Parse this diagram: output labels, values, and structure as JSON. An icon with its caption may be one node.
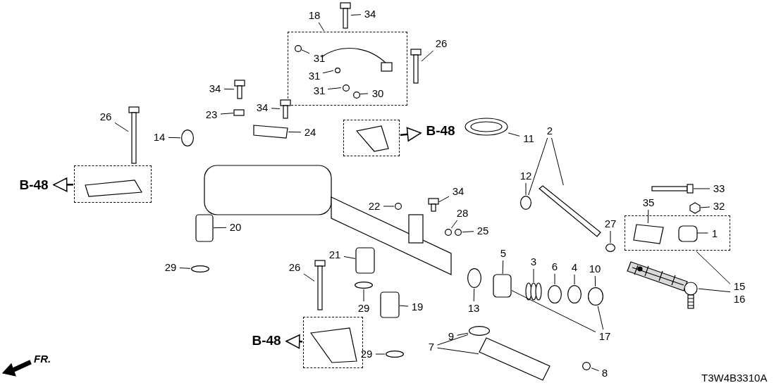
{
  "diagram": {
    "nodes": [
      {
        "text": [],
        "shape": "box"
      },
      {
        "text": [
          "18"
        ]
      },
      {
        "text": [
          "34"
        ]
      },
      {
        "text": [
          "26"
        ]
      },
      {
        "text": [
          "31"
        ],
        "in": 0
      },
      {
        "text": [
          "31"
        ],
        "in": 0
      },
      {
        "text": [
          "31"
        ],
        "in": 0
      },
      {
        "text": [
          "30"
        ],
        "in": 0
      },
      {
        "text": [
          "34"
        ]
      },
      {
        "text": [
          "34"
        ]
      },
      {
        "text": [
          "23"
        ]
      },
      {
        "text": [
          "26"
        ]
      },
      {
        "text": [],
        "shape": "box"
      },
      {
        "text": [
          "B-48"
        ]
      },
      {
        "text": [
          "11"
        ]
      },
      {
        "text": [
          "24"
        ]
      },
      {
        "text": [
          "2"
        ]
      },
      {
        "text": [
          "14"
        ]
      },
      {
        "text": [],
        "shape": "box"
      },
      {
        "text": [
          "B-48"
        ]
      },
      {
        "text": [
          "12"
        ]
      },
      {
        "text": [
          "33"
        ]
      },
      {
        "text": [
          "32"
        ]
      },
      {
        "text": [],
        "shape": "box"
      },
      {
        "text": [
          "35"
        ]
      },
      {
        "text": [
          "1"
        ],
        "in": 23
      },
      {
        "text": [
          "22"
        ]
      },
      {
        "text": [
          "34"
        ]
      },
      {
        "text": [
          "28"
        ]
      },
      {
        "text": [
          "25"
        ]
      },
      {
        "text": [
          "27"
        ]
      },
      {
        "text": [
          "20"
        ]
      },
      {
        "text": [
          "5"
        ]
      },
      {
        "text": [
          "21"
        ]
      },
      {
        "text": [
          "3"
        ]
      },
      {
        "text": [
          "6"
        ]
      },
      {
        "text": [
          "4"
        ]
      },
      {
        "text": [
          "10"
        ]
      },
      {
        "text": [
          "29"
        ]
      },
      {
        "text": [
          "26"
        ]
      },
      {
        "text": [
          "15",
          "16"
        ]
      },
      {
        "text": [
          "19"
        ]
      },
      {
        "text": [
          "13"
        ]
      },
      {
        "text": [
          "29"
        ]
      },
      {
        "text": [],
        "shape": "box"
      },
      {
        "text": [
          "B-48"
        ]
      },
      {
        "text": [
          "17"
        ]
      },
      {
        "text": [
          "9"
        ]
      },
      {
        "text": [
          "7"
        ]
      },
      {
        "text": [
          "29"
        ]
      },
      {
        "text": [
          "8"
        ]
      },
      {
        "text": [],
        "shape": "picture"
      },
      {
        "text": [],
        "shape": "picture"
      },
      {
        "text": [],
        "shape": "picture",
        "in": 0
      },
      {
        "text": [],
        "shape": "circle",
        "in": 0
      },
      {
        "text": [],
        "shape": "circle",
        "in": 0
      },
      {
        "text": [],
        "shape": "circle",
        "in": 0
      },
      {
        "text": [],
        "shape": "circle",
        "in": 0
      },
      {
        "text": [],
        "shape": "picture"
      },
      {
        "text": [],
        "shape": "picture"
      },
      {
        "text": [],
        "shape": "box"
      },
      {
        "text": [],
        "shape": "picture"
      },
      {
        "text": [],
        "shape": "box",
        "in": 12
      },
      {
        "text": [],
        "shape": "picture"
      },
      {
        "text": [],
        "shape": "box"
      },
      {
        "text": [],
        "shape": "circle"
      },
      {
        "text": [],
        "shape": "box",
        "in": 18
      },
      {
        "text": [],
        "shape": "circle"
      },
      {
        "text": [],
        "shape": "bar"
      },
      {
        "text": [],
        "shape": "picture"
      },
      {
        "text": [],
        "shape": "hexagon"
      },
      {
        "text": [],
        "shape": "box",
        "in": 23
      },
      {
        "text": [],
        "shape": "box",
        "in": 23
      },
      {
        "text": [],
        "shape": "circle"
      },
      {
        "text": [],
        "shape": "picture"
      },
      {
        "text": [],
        "shape": "circle"
      },
      {
        "text": [],
        "shape": "circle"
      },
      {
        "text": [],
        "shape": "circle"
      },
      {
        "text": [],
        "shape": "box"
      },
      {
        "text": [],
        "shape": "box"
      },
      {
        "text": [],
        "shape": "box"
      },
      {
        "text": [],
        "shape": "picture"
      },
      {
        "text": [],
        "shape": "circle"
      },
      {
        "text": [],
        "shape": "circle"
      },
      {
        "text": [],
        "shape": "circle"
      },
      {
        "text": [],
        "shape": "circle"
      },
      {
        "text": [],
        "shape": "picture"
      },
      {
        "text": [],
        "shape": "picture"
      },
      {
        "text": [],
        "shape": "box"
      },
      {
        "text": [],
        "shape": "circle"
      },
      {
        "text": [],
        "shape": "circle"
      },
      {
        "text": [],
        "shape": "box",
        "in": 44
      },
      {
        "text": [],
        "shape": "circle"
      },
      {
        "text": [],
        "shape": "box"
      },
      {
        "text": [],
        "shape": "circle"
      },
      {
        "text": [],
        "shape": "circle"
      }
    ],
    "edges": [
      {
        "from": 1,
        "to": 0,
        "arrow": "none"
      },
      {
        "from": 2,
        "to": 51,
        "arrow": "none"
      },
      {
        "from": 3,
        "to": 52,
        "arrow": "none"
      },
      {
        "from": 4,
        "to": 54,
        "arrow": "none"
      },
      {
        "from": 5,
        "to": 55,
        "arrow": "none"
      },
      {
        "from": 6,
        "to": 56,
        "arrow": "none"
      },
      {
        "from": 7,
        "to": 57,
        "arrow": "none"
      },
      {
        "from": 8,
        "to": 58,
        "arrow": "none"
      },
      {
        "from": 9,
        "to": 59,
        "arrow": "none"
      },
      {
        "from": 10,
        "to": 60,
        "arrow": "none"
      },
      {
        "from": 11,
        "to": 61,
        "arrow": "none"
      },
      {
        "from": 12,
        "to": 13,
        "arrow": "to"
      },
      {
        "from": 14,
        "to": 63,
        "arrow": "none"
      },
      {
        "from": 15,
        "to": 64,
        "arrow": "none"
      },
      {
        "from": 16,
        "to": 67,
        "arrow": "none"
      },
      {
        "from": 16,
        "to": 68,
        "arrow": "none"
      },
      {
        "from": 17,
        "to": 65,
        "arrow": "none"
      },
      {
        "from": 18,
        "to": 19,
        "arrow": "to"
      },
      {
        "from": 20,
        "to": 67,
        "arrow": "none"
      },
      {
        "from": 21,
        "to": 69,
        "arrow": "none"
      },
      {
        "from": 22,
        "to": 70,
        "arrow": "none"
      },
      {
        "from": 24,
        "to": 71,
        "arrow": "none"
      },
      {
        "from": 25,
        "to": 72,
        "arrow": "none"
      },
      {
        "from": 26,
        "to": 73,
        "arrow": "none"
      },
      {
        "from": 27,
        "to": 74,
        "arrow": "none"
      },
      {
        "from": 28,
        "to": 75,
        "arrow": "none"
      },
      {
        "from": 29,
        "to": 76,
        "arrow": "none"
      },
      {
        "from": 30,
        "to": 77,
        "arrow": "none"
      },
      {
        "from": 31,
        "to": 78,
        "arrow": "none"
      },
      {
        "from": 32,
        "to": 79,
        "arrow": "none"
      },
      {
        "from": 33,
        "to": 80,
        "arrow": "none"
      },
      {
        "from": 34,
        "to": 81,
        "arrow": "none"
      },
      {
        "from": 35,
        "to": 82,
        "arrow": "none"
      },
      {
        "from": 36,
        "to": 83,
        "arrow": "none"
      },
      {
        "from": 37,
        "to": 84,
        "arrow": "none"
      },
      {
        "from": 38,
        "to": 85,
        "arrow": "none"
      },
      {
        "from": 39,
        "to": 86,
        "arrow": "none"
      },
      {
        "from": 40,
        "to": 23,
        "arrow": "none"
      },
      {
        "from": 40,
        "to": 87,
        "arrow": "none"
      },
      {
        "from": 41,
        "to": 88,
        "arrow": "none"
      },
      {
        "from": 42,
        "to": 89,
        "arrow": "none"
      },
      {
        "from": 43,
        "to": 90,
        "arrow": "none"
      },
      {
        "from": 44,
        "to": 45,
        "arrow": "to"
      },
      {
        "from": 46,
        "to": 79,
        "arrow": "none"
      },
      {
        "from": 46,
        "to": 84,
        "arrow": "none"
      },
      {
        "from": 47,
        "to": 92,
        "arrow": "none"
      },
      {
        "from": 48,
        "to": 92,
        "arrow": "none"
      },
      {
        "from": 48,
        "to": 93,
        "arrow": "none"
      },
      {
        "from": 49,
        "to": 94,
        "arrow": "none"
      },
      {
        "from": 50,
        "to": 95,
        "arrow": "none"
      }
    ],
    "labels": [
      "FR.",
      "T3W4B3310A"
    ]
  }
}
